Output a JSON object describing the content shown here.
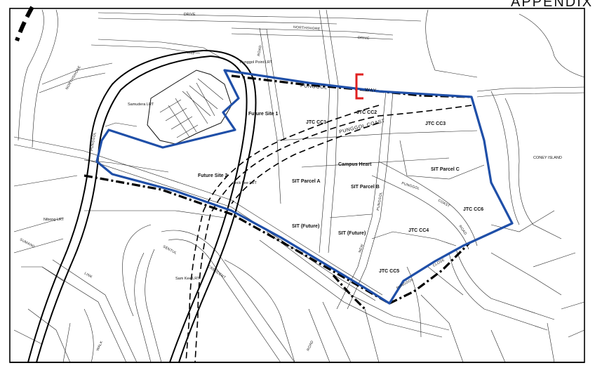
{
  "header": {
    "title": "APPENDIX B"
  },
  "colors": {
    "boundary": "#1f4fa8",
    "marker": "#e02020",
    "ink": "#111111"
  },
  "roads": {
    "drive_top": "DRIVE",
    "northshore": "NORTHSHORE",
    "drive_right": "DRIVE",
    "northshore_left": "NORTHSHORE",
    "way_left": "WAY",
    "punggol": "PUNGGOL",
    "way": "WAY",
    "punggol_coast": "PUNGGOL COAST",
    "punggol_vertical": "PUNGGOL",
    "new": "NEW",
    "punggol_mid": "PUNGGOL",
    "coast": "COAST",
    "road": "ROAD",
    "close": "CLOSE",
    "punggol_close": "PUNGGOL",
    "sentul": "SENTUL",
    "crescent": "CRESCENT",
    "link": "LINK",
    "walk": "WALK",
    "road_bottom": "ROAD",
    "sumang": "SUMANG",
    "punggol_left": "PUNGGOL",
    "road_vertical": "ROAD"
  },
  "stations": {
    "punggol_point": "Punggol Point LRT",
    "samudera": "Samudera LRT",
    "teck_lee": "Teck Lee LRT",
    "nibong": "Nibong LRT",
    "sam_kee": "Sam Kee LRT"
  },
  "sites": {
    "future_site_1": "Future Site 1",
    "future_site_2": "Future Site 2",
    "jtc_cc1": "JTC CC1",
    "jtc_cc2": "JTC CC2",
    "jtc_cc3": "JTC CC3",
    "jtc_cc4": "JTC CC4",
    "jtc_cc5": "JTC CC5",
    "jtc_cc6": "JTC CC6",
    "campus_heart": "Campus Heart",
    "sit_parcel_a": "SIT Parcel A",
    "sit_parcel_b": "SIT Parcel B",
    "sit_parcel_c": "SIT Parcel C",
    "sit_future_1": "SIT (Future)",
    "sit_future_2": "SIT (Future)",
    "coney_island": "CONEY ISLAND"
  }
}
